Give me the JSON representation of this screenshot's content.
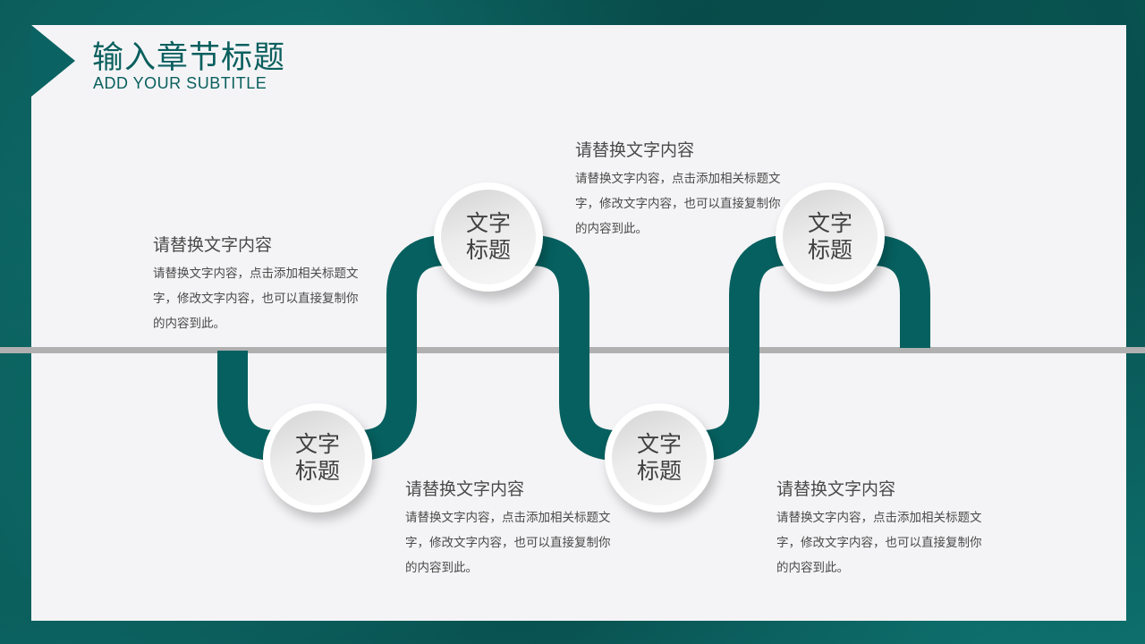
{
  "header": {
    "title": "输入章节标题",
    "subtitle": "ADD YOUR SUBTITLE"
  },
  "colors": {
    "accent": "#06605f",
    "background_frame": "#0a5856",
    "panel": "#f4f4f6",
    "divider": "#b0b0b0",
    "text": "#4a4a4a"
  },
  "nodes": [
    {
      "line1": "文字",
      "line2": "标题"
    },
    {
      "line1": "文字",
      "line2": "标题"
    },
    {
      "line1": "文字",
      "line2": "标题"
    },
    {
      "line1": "文字",
      "line2": "标题"
    }
  ],
  "blocks": [
    {
      "title": "请替换文字内容",
      "body": "请替换文字内容，点击添加相关标题文字，修改文字内容，也可以直接复制你的内容到此。"
    },
    {
      "title": "请替换文字内容",
      "body": "请替换文字内容，点击添加相关标题文字，修改文字内容，也可以直接复制你的内容到此。"
    },
    {
      "title": "请替换文字内容",
      "body": "请替换文字内容，点击添加相关标题文字，修改文字内容，也可以直接复制你的内容到此。"
    },
    {
      "title": "请替换文字内容",
      "body": "请替换文字内容，点击添加相关标题文字，修改文字内容，也可以直接复制你的内容到此。"
    }
  ]
}
